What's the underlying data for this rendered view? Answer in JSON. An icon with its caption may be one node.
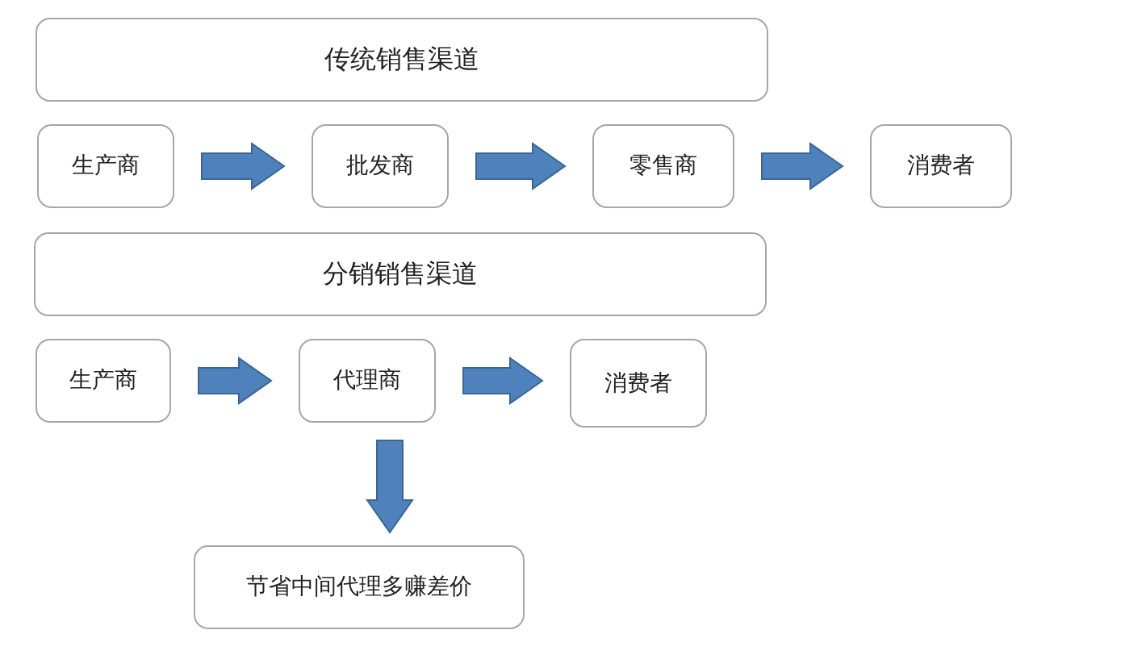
{
  "diagram": {
    "nodes": [
      {
        "text": [
          "传统销售渠道"
        ]
      },
      {
        "text": [
          "生产商"
        ]
      },
      {
        "text": [
          "批发商"
        ]
      },
      {
        "text": [
          "零售商"
        ]
      },
      {
        "text": [
          "消费者"
        ]
      },
      {
        "text": [
          "分销销售渠道"
        ]
      },
      {
        "text": [
          "生产商"
        ]
      },
      {
        "text": [
          "代理商"
        ]
      },
      {
        "text": [
          "消费者"
        ]
      },
      {
        "text": [
          "节省中间代理多赚差价"
        ]
      }
    ],
    "edges": [
      {
        "from": 1,
        "to": 2,
        "arrow": "to"
      },
      {
        "from": 2,
        "to": 3,
        "arrow": "to"
      },
      {
        "from": 3,
        "to": 4,
        "arrow": "to"
      },
      {
        "from": 6,
        "to": 7,
        "arrow": "to"
      },
      {
        "from": 7,
        "to": 8,
        "arrow": "to"
      },
      {
        "from": 7,
        "to": 9,
        "arrow": "to"
      }
    ]
  }
}
